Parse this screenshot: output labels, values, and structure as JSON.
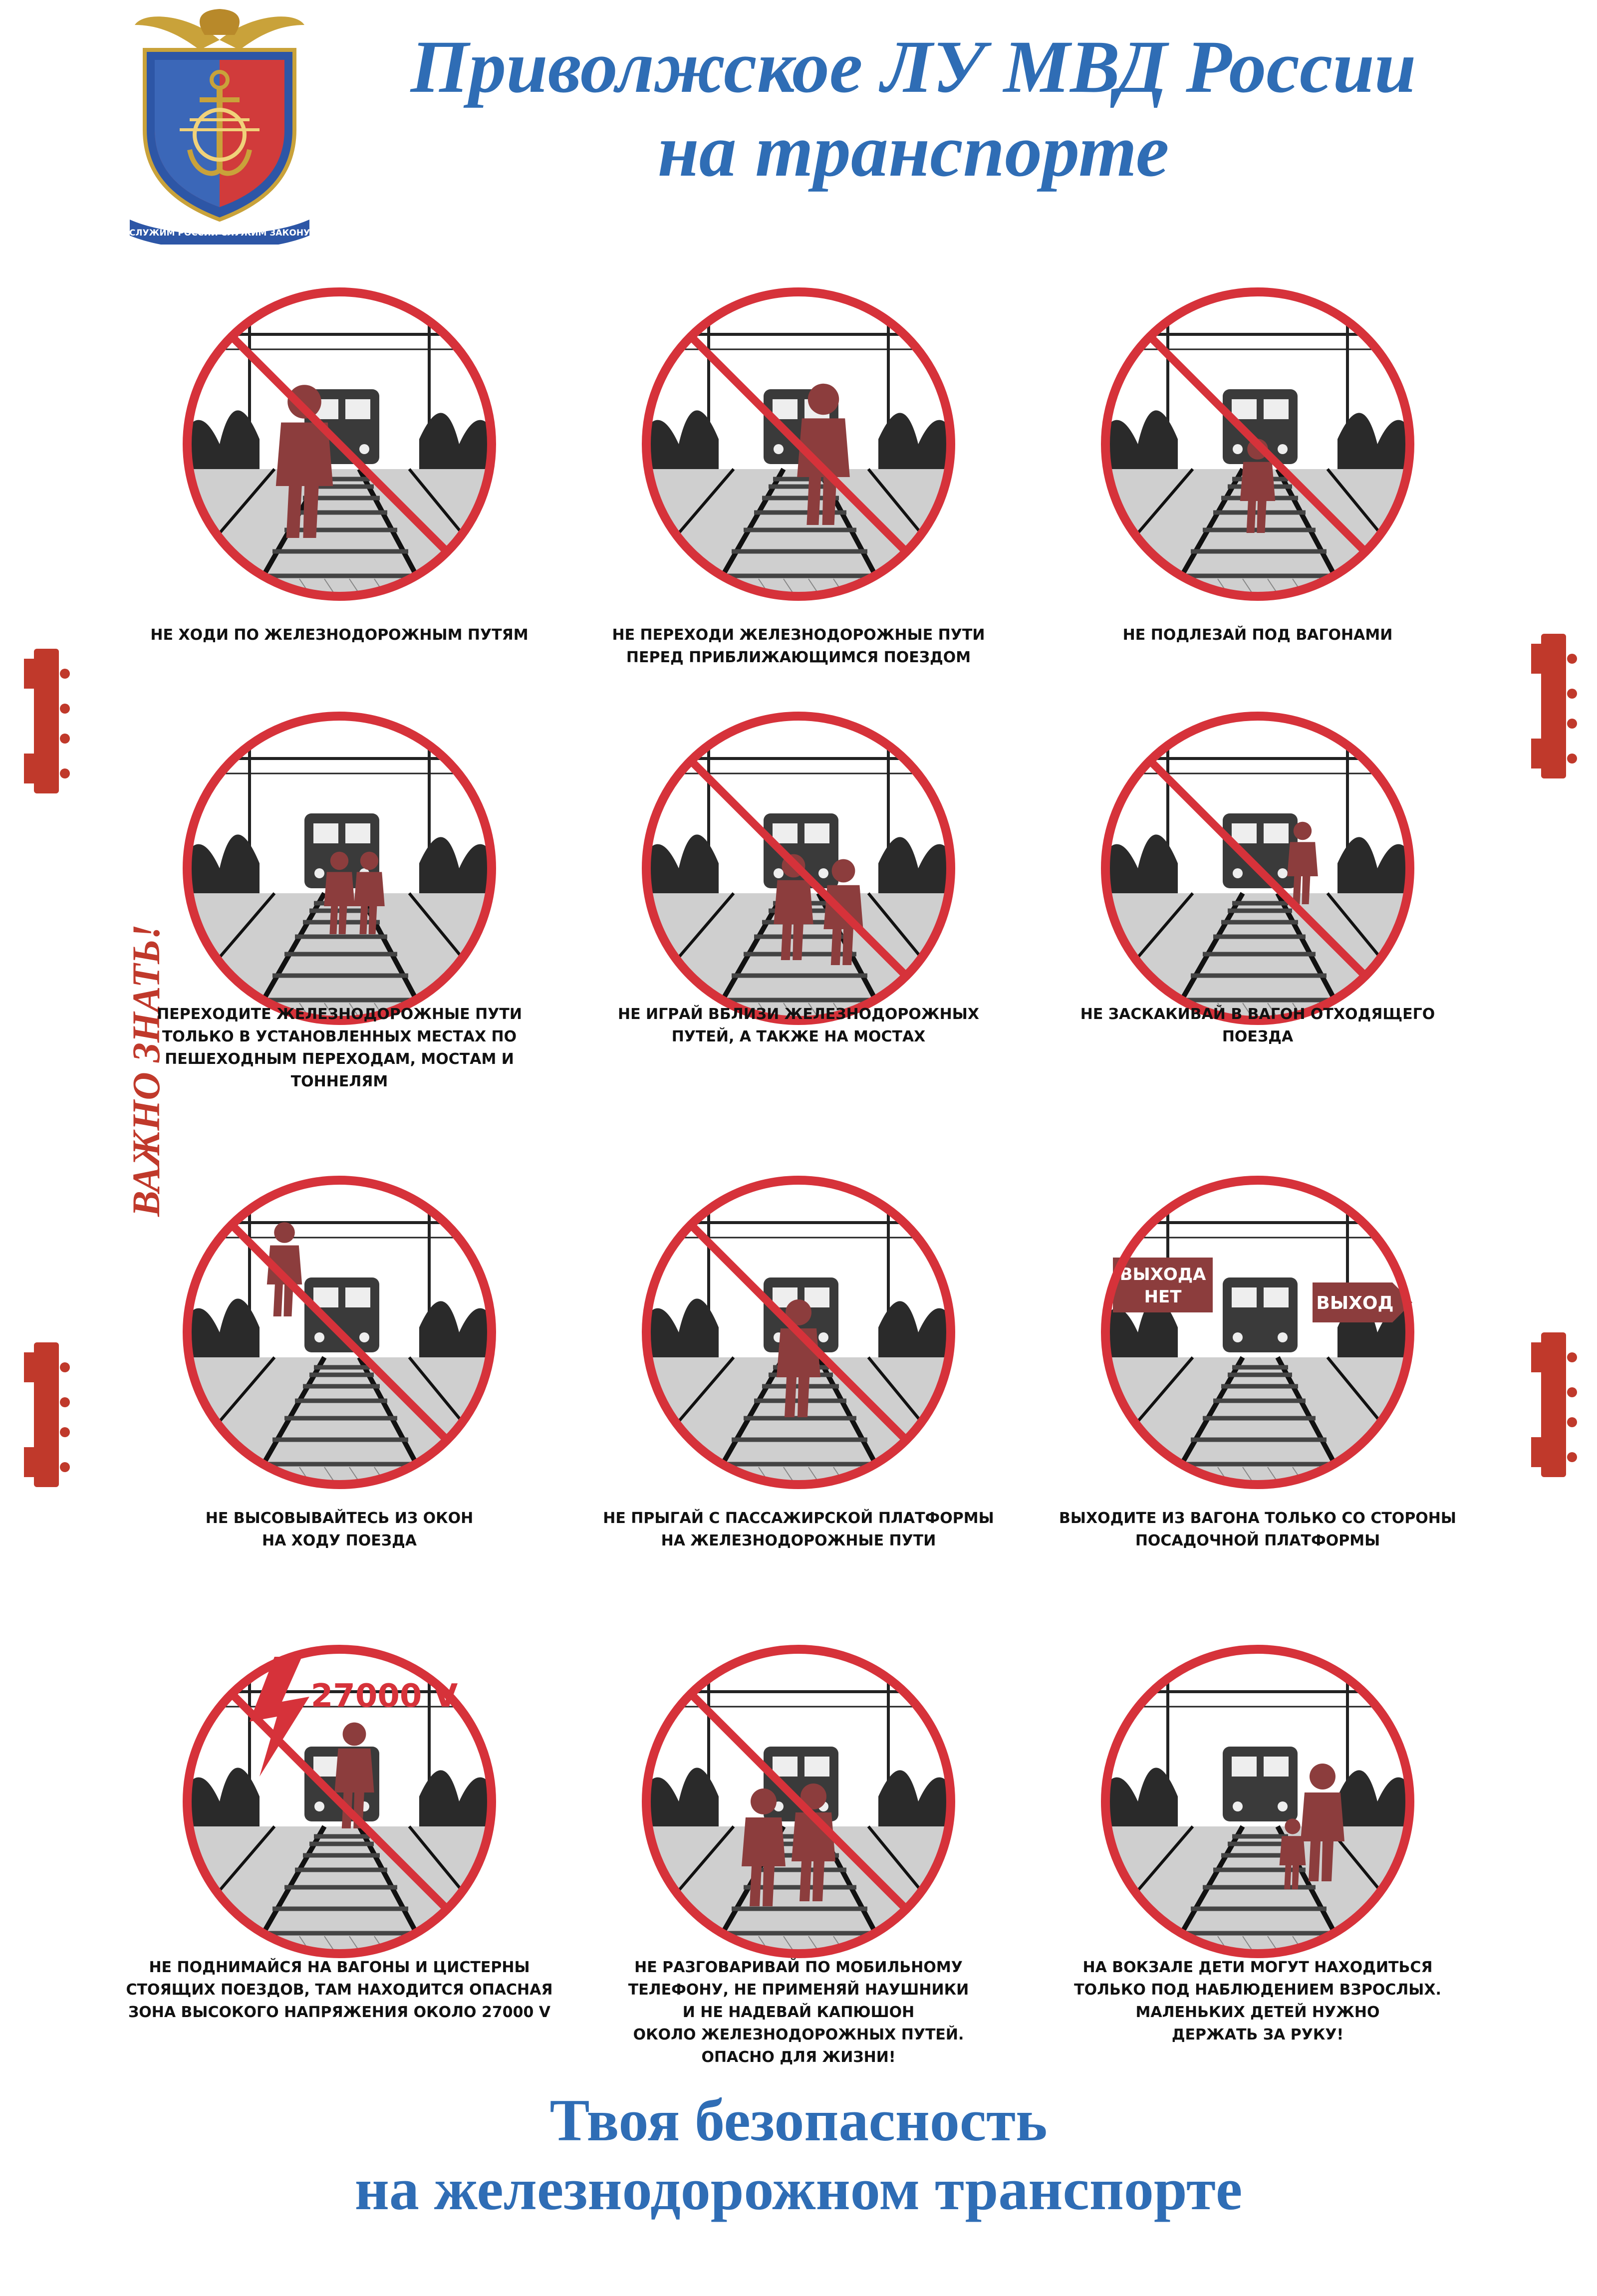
{
  "header": {
    "title_line1": "Приволжское ЛУ МВД России",
    "title_line2": "на транспорте",
    "emblem_banner": "СЛУЖИМ РОССИИ СЛУЖИМ ЗАКОНУ"
  },
  "side_label": "ВАЖНО ЗНАТЬ!",
  "rules": [
    {
      "caption": [
        "НЕ ХОДИ ПО ЖЕЛЕЗНОДОРОЖНЫМ ПУТЯМ"
      ],
      "prohibited": true
    },
    {
      "caption": [
        "НЕ ПЕРЕХОДИ ЖЕЛЕЗНОДОРОЖНЫЕ ПУТИ",
        "ПЕРЕД ПРИБЛИЖАЮЩИМСЯ ПОЕЗДОМ"
      ],
      "prohibited": true
    },
    {
      "caption": [
        "НЕ ПОДЛЕЗАЙ ПОД ВАГОНАМИ"
      ],
      "prohibited": true
    },
    {
      "caption": [
        "ПЕРЕХОДИТЕ ЖЕЛЕЗНОДОРОЖНЫЕ ПУТИ",
        "ТОЛЬКО В УСТАНОВЛЕННЫХ МЕСТАХ ПО",
        "ПЕШЕХОДНЫМ ПЕРЕХОДАМ, МОСТАМ И",
        "ТОННЕЛЯМ"
      ],
      "prohibited": false
    },
    {
      "caption": [
        "НЕ ИГРАЙ ВБЛИЗИ ЖЕЛЕЗНОДОРОЖНЫХ",
        "ПУТЕЙ, А ТАКЖЕ НА МОСТАХ"
      ],
      "prohibited": true
    },
    {
      "caption": [
        "НЕ ЗАСКАКИВАЙ В ВАГОН ОТХОДЯЩЕГО",
        "ПОЕЗДА"
      ],
      "prohibited": true
    },
    {
      "caption": [
        "НЕ ВЫСОВЫВАЙТЕСЬ ИЗ ОКОН",
        "НА ХОДУ ПОЕЗДА"
      ],
      "prohibited": true
    },
    {
      "caption": [
        "НЕ ПРЫГАЙ С ПАССАЖИРСКОЙ ПЛАТФОРМЫ",
        "НА ЖЕЛЕЗНОДОРОЖНЫЕ ПУТИ"
      ],
      "prohibited": true
    },
    {
      "caption": [
        "ВЫХОДИТЕ ИЗ ВАГОНА ТОЛЬКО СО СТОРОНЫ",
        "ПОСАДОЧНОЙ ПЛАТФОРМЫ"
      ],
      "prohibited": false,
      "signs": [
        "ВЫХОДА НЕТ",
        "ВЫХОД"
      ]
    },
    {
      "caption": [
        "НЕ ПОДНИМАЙСЯ НА ВАГОНЫ И ЦИСТЕРНЫ",
        "СТОЯЩИХ ПОЕЗДОВ, ТАМ НАХОДИТСЯ ОПАСНАЯ",
        "ЗОНА ВЫСОКОГО НАПРЯЖЕНИЯ ОКОЛО 27000 V"
      ],
      "prohibited": true,
      "voltage_label": "27000 V"
    },
    {
      "caption": [
        "НЕ РАЗГОВАРИВАЙ ПО МОБИЛЬНОМУ",
        "ТЕЛЕФОНУ, НЕ ПРИМЕНЯЙ НАУШНИКИ",
        "И НЕ НАДЕВАЙ КАПЮШОН",
        "ОКОЛО ЖЕЛЕЗНОДОРОЖНЫХ ПУТЕЙ.",
        "ОПАСНО ДЛЯ ЖИЗНИ!"
      ],
      "prohibited": true
    },
    {
      "caption": [
        "НА ВОКЗАЛЕ ДЕТИ МОГУТ НАХОДИТЬСЯ",
        "ТОЛЬКО ПОД НАБЛЮДЕНИЕМ ВЗРОСЛЫХ.",
        "МАЛЕНЬКИХ ДЕТЕЙ НУЖНО",
        "ДЕРЖАТЬ ЗА РУКУ!"
      ],
      "prohibited": false
    }
  ],
  "footer": {
    "line1": "Твоя безопасность",
    "line2": "на железнодорожном транспорте"
  },
  "colors": {
    "title_blue": "#2f6db5",
    "prohibition_red": "#d6323a",
    "figure_maroon": "#8c3d3d",
    "ink": "#111111"
  }
}
